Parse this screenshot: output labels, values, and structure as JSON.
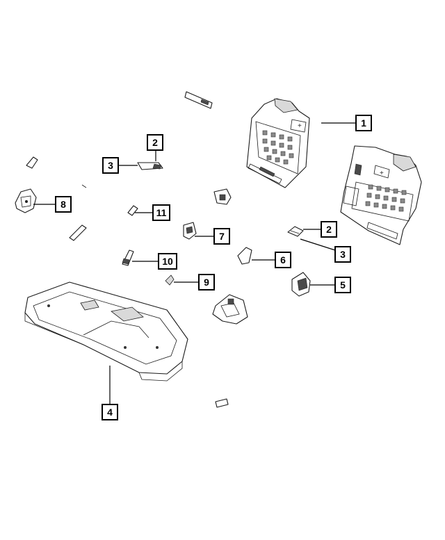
{
  "diagram": {
    "callouts": [
      {
        "id": "c1",
        "label": "1"
      },
      {
        "id": "c2a",
        "label": "2"
      },
      {
        "id": "c3a",
        "label": "3"
      },
      {
        "id": "c8",
        "label": "8"
      },
      {
        "id": "c11",
        "label": "11"
      },
      {
        "id": "c2b",
        "label": "2"
      },
      {
        "id": "c7",
        "label": "7"
      },
      {
        "id": "c3b",
        "label": "3"
      },
      {
        "id": "c10",
        "label": "10"
      },
      {
        "id": "c6",
        "label": "6"
      },
      {
        "id": "c9",
        "label": "9"
      },
      {
        "id": "c5",
        "label": "5"
      },
      {
        "id": "c4",
        "label": "4"
      }
    ]
  }
}
